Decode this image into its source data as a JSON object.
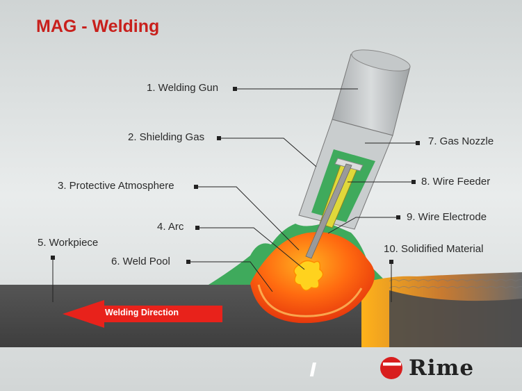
{
  "title": "MAG - Welding",
  "labels": {
    "welding_gun": "1. Welding Gun",
    "shielding_gas": "2. Shielding Gas",
    "protective_atmosphere": "3. Protective Atmosphere",
    "arc": "4. Arc",
    "workpiece": "5. Workpiece",
    "weld_pool": "6. Weld Pool",
    "gas_nozzle": "7. Gas Nozzle",
    "wire_feeder": "8. Wire Feeder",
    "wire_electrode": "9. Wire Electrode",
    "solidified_material": "10. Solidified Material"
  },
  "direction_label": "Welding Direction",
  "brand": "Rime",
  "colors": {
    "title": "#c8201c",
    "gas_green": "#3faa5c",
    "arrow_red": "#e8221b",
    "metal_dark": "#4a4a4a",
    "weld_orange": "#f05a14"
  }
}
